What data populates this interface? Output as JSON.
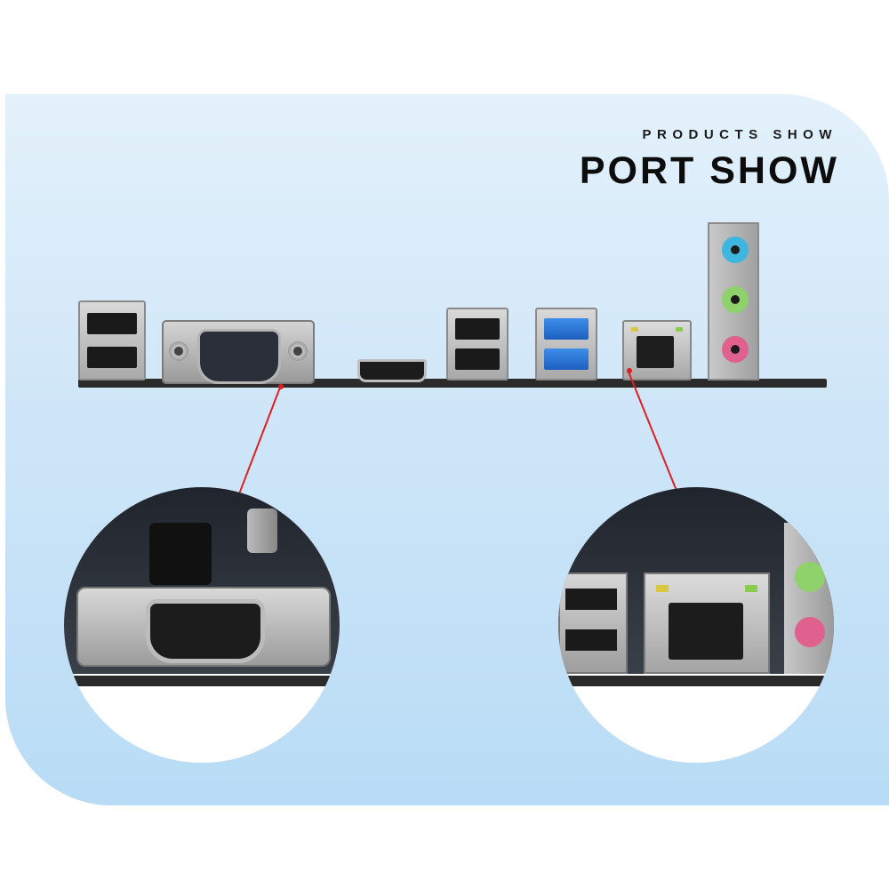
{
  "header": {
    "subtitle": "PRODUCTS SHOW",
    "title": "PORT SHOW"
  },
  "colors": {
    "background_top": "#e3f1fb",
    "background_bottom": "#b8dcf6",
    "pointer": "#e02020",
    "usb3": "#2f7ddc",
    "audio_line_in": "#3fb6e0",
    "audio_line_out": "#8fd16a",
    "audio_mic": "#e0608e"
  },
  "ports": [
    "usb2-stack",
    "vga-port",
    "hdmi-port",
    "usb2-stack",
    "usb3-stack",
    "rj45-port",
    "audio-jacks"
  ],
  "callouts": [
    "vga-port-closeup",
    "rj45-port-closeup"
  ]
}
